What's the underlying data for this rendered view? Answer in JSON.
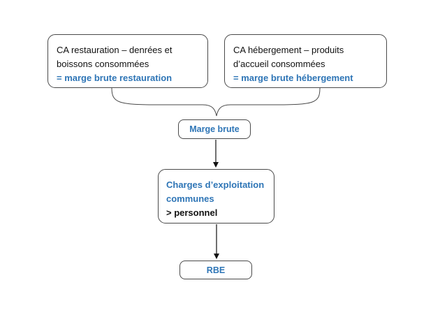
{
  "restauration": {
    "line1": "CA restauration – denrées et",
    "line2": "boissons consommées",
    "result": "= marge brute restauration"
  },
  "hebergement": {
    "line1": "CA hébergement – produits",
    "line2": "d’accueil consommées",
    "result": "= marge brute hébergement"
  },
  "marge_brute": {
    "label": "Marge brute"
  },
  "charges": {
    "title_line1": "Charges d’exploitation",
    "title_line2": "communes",
    "detail": "> personnel"
  },
  "rbe": {
    "label": "RBE"
  },
  "colors": {
    "accent": "#2e75b6",
    "border": "#4a4a4a",
    "text": "#111111"
  }
}
